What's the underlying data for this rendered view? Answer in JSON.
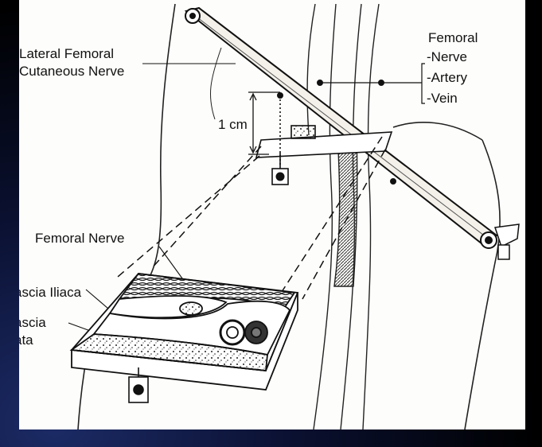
{
  "labels": {
    "lateral_femoral": [
      "Lateral Femoral",
      "Cutaneous Nerve"
    ],
    "femoral_heading": "Femoral",
    "femoral_items": [
      "-Nerve",
      "-Artery",
      "-Vein"
    ],
    "distance": "1 cm",
    "femoral_nerve": "Femoral Nerve",
    "fascia_iliaca": "ascia Iliaca",
    "fascia_lata": [
      "ascia",
      "ata"
    ]
  },
  "colors": {
    "ink": "#111111",
    "paper": "#fdfdfb",
    "slide_background": "#0a1030"
  }
}
